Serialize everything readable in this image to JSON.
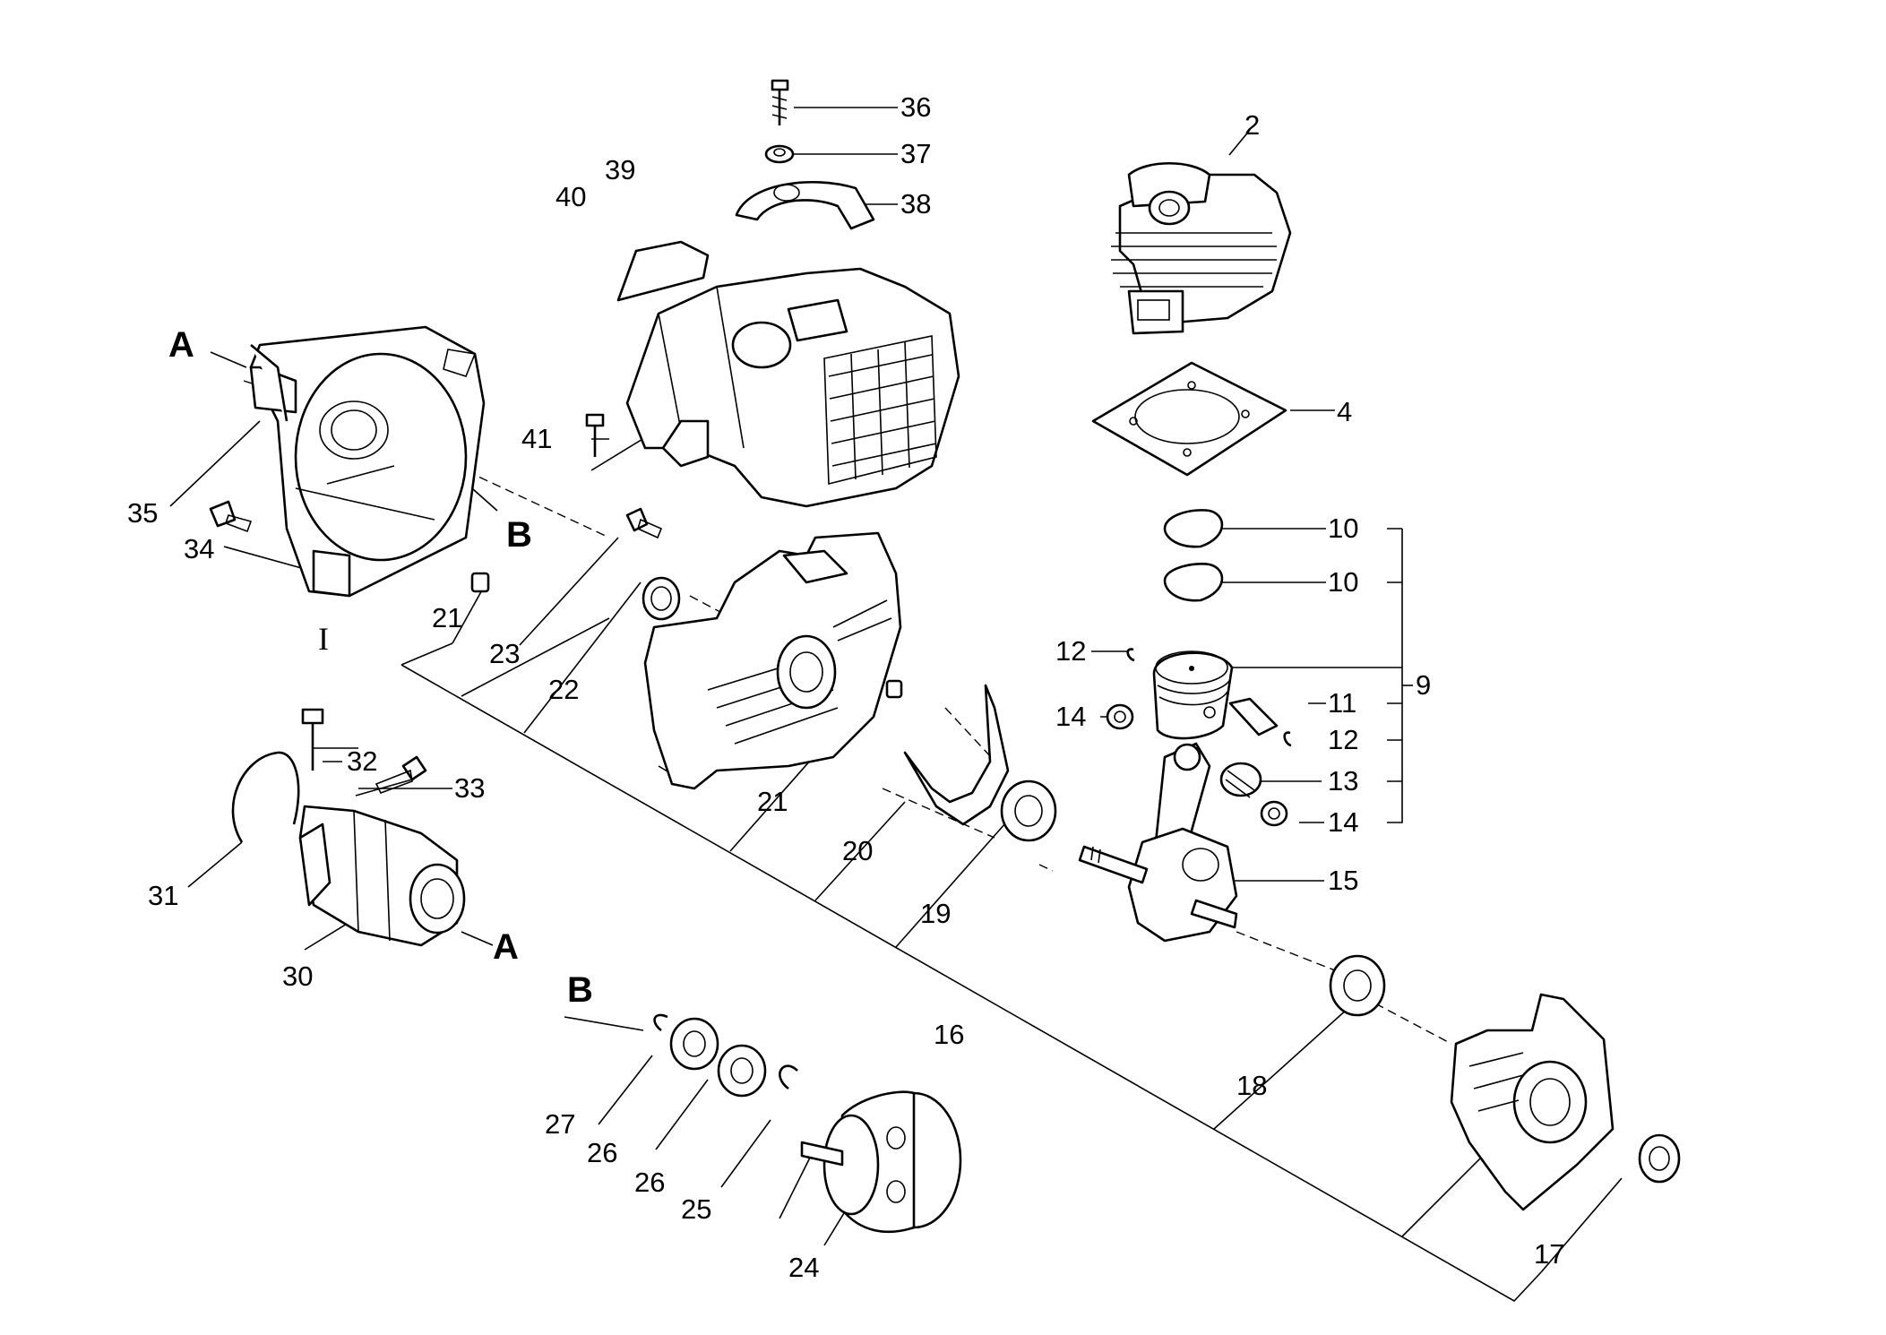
{
  "callouts": {
    "p2": "2",
    "p4": "4",
    "p9": "9",
    "p10a": "10",
    "p10b": "10",
    "p11": "11",
    "p12a": "12",
    "p12b": "12",
    "p13": "13",
    "p14a": "14",
    "p14b": "14",
    "p15": "15",
    "p16": "16",
    "p17": "17",
    "p18": "18",
    "p19": "19",
    "p20": "20",
    "p21a": "21",
    "p21b": "21",
    "p22": "22",
    "p23": "23",
    "p24": "24",
    "p25": "25",
    "p26a": "26",
    "p26b": "26",
    "p27": "27",
    "p30": "30",
    "p31": "31",
    "p32": "32",
    "p33": "33",
    "p34": "34",
    "p35": "35",
    "p36": "36",
    "p37": "37",
    "p38": "38",
    "p39": "39",
    "p40": "40",
    "p41": "41"
  },
  "refs": {
    "a1": "A",
    "a2": "A",
    "b1": "B",
    "b2": "B",
    "i1": "I"
  }
}
